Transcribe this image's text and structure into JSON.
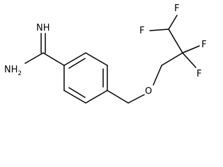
{
  "molecule": {
    "labels": {
      "imine_nh": "NH",
      "amine_nh2": "NH",
      "amine_nh2_sub": "2",
      "ether_o": "O",
      "f_top": "F",
      "f_left": "F",
      "f_right": "F",
      "f_bottom": "F"
    }
  },
  "colors": {
    "bond": "#000000",
    "text": "#000000",
    "background": "#ffffff"
  }
}
